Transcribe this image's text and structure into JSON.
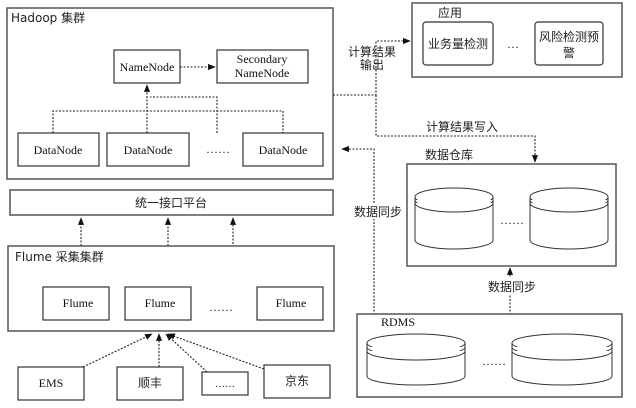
{
  "hadoop": {
    "title": "Hadoop 集群",
    "namenode": "NameNode",
    "secondary_line1": "Secondary",
    "secondary_line2": "NameNode",
    "datanodes": [
      "DataNode",
      "DataNode",
      "DataNode"
    ],
    "ellipsis": "……"
  },
  "app": {
    "title": "应用",
    "items": [
      "业务量检测",
      "风险检测预警"
    ],
    "item2_line1": "风险检测预",
    "item2_line2": "警",
    "ellipsis": "…"
  },
  "edges": {
    "compute_output_line1": "计算结果",
    "compute_output_line2": "输出",
    "compute_write": "计算结果写入",
    "sync_left": "数据同步",
    "sync_right": "数据同步"
  },
  "warehouse": {
    "title": "数据仓库",
    "ellipsis": "……"
  },
  "interface": {
    "title": "统一接口平台"
  },
  "flume": {
    "title": "Flume 采集集群",
    "nodes": [
      "Flume",
      "Flume",
      "Flume"
    ],
    "ellipsis": "……"
  },
  "sources": [
    "EMS",
    "顺丰",
    "……",
    "京东"
  ],
  "rdms": {
    "title": "RDMS",
    "ellipsis": "……"
  }
}
